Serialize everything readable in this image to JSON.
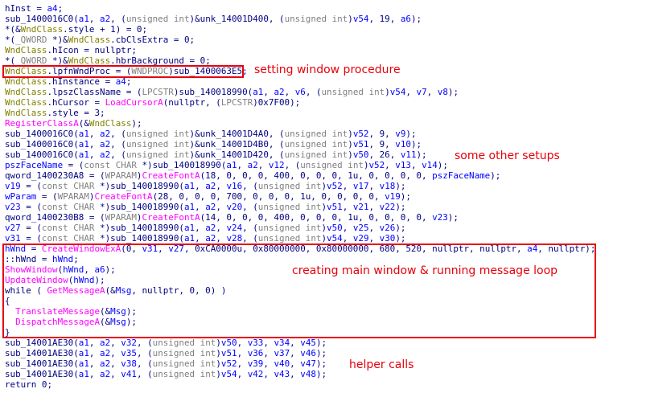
{
  "code_lines": [
    [
      [
        "p",
        "hInst = "
      ],
      [
        "v",
        "a4"
      ],
      [
        "p",
        ";"
      ]
    ],
    [
      [
        "p",
        "sub_1400016C0("
      ],
      [
        "v",
        "a1"
      ],
      [
        "p",
        ", "
      ],
      [
        "v",
        "a2"
      ],
      [
        "p",
        ", ("
      ],
      [
        "k",
        "unsigned int"
      ],
      [
        "p",
        ")&unk_14001D400, ("
      ],
      [
        "k",
        "unsigned int"
      ],
      [
        "p",
        ")"
      ],
      [
        "v",
        "v54"
      ],
      [
        "p",
        ", 19, "
      ],
      [
        "v",
        "a6"
      ],
      [
        "p",
        ");"
      ]
    ],
    [
      [
        "p",
        "*(&"
      ],
      [
        "m",
        "WndClass"
      ],
      [
        "p",
        ".style + 1) = 0;"
      ]
    ],
    [
      [
        "p",
        "*("
      ],
      [
        "t",
        "_QWORD"
      ],
      [
        "p",
        " *)&"
      ],
      [
        "m",
        "WndClass"
      ],
      [
        "p",
        ".cbClsExtra = 0;"
      ]
    ],
    [
      [
        "m",
        "WndClass"
      ],
      [
        "p",
        ".hIcon = nullptr;"
      ]
    ],
    [
      [
        "p",
        "*("
      ],
      [
        "t",
        "_QWORD"
      ],
      [
        "p",
        " *)&"
      ],
      [
        "m",
        "WndClass"
      ],
      [
        "p",
        ".hbrBackground = 0;"
      ]
    ],
    [
      [
        "m",
        "WndClass"
      ],
      [
        "p",
        ".lpfnWndProc = ("
      ],
      [
        "t",
        "WNDPROC"
      ],
      [
        "p",
        ")sub_1400063E5;"
      ]
    ],
    [
      [
        "m",
        "WndClass"
      ],
      [
        "p",
        ".hInstance = "
      ],
      [
        "v",
        "a4"
      ],
      [
        "p",
        ";"
      ]
    ],
    [
      [
        "m",
        "WndClass"
      ],
      [
        "p",
        ".lpszClassName = ("
      ],
      [
        "t",
        "LPCSTR"
      ],
      [
        "p",
        ")sub_140018990("
      ],
      [
        "v",
        "a1"
      ],
      [
        "p",
        ", "
      ],
      [
        "v",
        "a2"
      ],
      [
        "p",
        ", "
      ],
      [
        "v",
        "v6"
      ],
      [
        "p",
        ", ("
      ],
      [
        "k",
        "unsigned int"
      ],
      [
        "p",
        ")"
      ],
      [
        "v",
        "v54"
      ],
      [
        "p",
        ", "
      ],
      [
        "v",
        "v7"
      ],
      [
        "p",
        ", "
      ],
      [
        "v",
        "v8"
      ],
      [
        "p",
        ");"
      ]
    ],
    [
      [
        "m",
        "WndClass"
      ],
      [
        "p",
        ".hCursor = "
      ],
      [
        "f",
        "LoadCursorA"
      ],
      [
        "p",
        "(nullptr, ("
      ],
      [
        "t",
        "LPCSTR"
      ],
      [
        "p",
        ")0x7F00);"
      ]
    ],
    [
      [
        "m",
        "WndClass"
      ],
      [
        "p",
        ".style = 3;"
      ]
    ],
    [
      [
        "f",
        "RegisterClassA"
      ],
      [
        "p",
        "(&"
      ],
      [
        "m",
        "WndClass"
      ],
      [
        "p",
        ");"
      ]
    ],
    [
      [
        "p",
        "sub_1400016C0("
      ],
      [
        "v",
        "a1"
      ],
      [
        "p",
        ", "
      ],
      [
        "v",
        "a2"
      ],
      [
        "p",
        ", ("
      ],
      [
        "k",
        "unsigned int"
      ],
      [
        "p",
        ")&unk_14001D4A0, ("
      ],
      [
        "k",
        "unsigned int"
      ],
      [
        "p",
        ")"
      ],
      [
        "v",
        "v52"
      ],
      [
        "p",
        ", 9, "
      ],
      [
        "v",
        "v9"
      ],
      [
        "p",
        ");"
      ]
    ],
    [
      [
        "p",
        "sub_1400016C0("
      ],
      [
        "v",
        "a1"
      ],
      [
        "p",
        ", "
      ],
      [
        "v",
        "a2"
      ],
      [
        "p",
        ", ("
      ],
      [
        "k",
        "unsigned int"
      ],
      [
        "p",
        ")&unk_14001D4B0, ("
      ],
      [
        "k",
        "unsigned int"
      ],
      [
        "p",
        ")"
      ],
      [
        "v",
        "v51"
      ],
      [
        "p",
        ", 9, "
      ],
      [
        "v",
        "v10"
      ],
      [
        "p",
        ");"
      ]
    ],
    [
      [
        "p",
        "sub_1400016C0("
      ],
      [
        "v",
        "a1"
      ],
      [
        "p",
        ", "
      ],
      [
        "v",
        "a2"
      ],
      [
        "p",
        ", ("
      ],
      [
        "k",
        "unsigned int"
      ],
      [
        "p",
        ")&unk_14001D420, ("
      ],
      [
        "k",
        "unsigned int"
      ],
      [
        "p",
        ")"
      ],
      [
        "v",
        "v50"
      ],
      [
        "p",
        ", 26, "
      ],
      [
        "v",
        "v11"
      ],
      [
        "p",
        ");"
      ]
    ],
    [
      [
        "v",
        "pszFaceName"
      ],
      [
        "p",
        " = ("
      ],
      [
        "k",
        "const CHAR"
      ],
      [
        "p",
        " *)sub_140018990("
      ],
      [
        "v",
        "a1"
      ],
      [
        "p",
        ", "
      ],
      [
        "v",
        "a2"
      ],
      [
        "p",
        ", "
      ],
      [
        "v",
        "v12"
      ],
      [
        "p",
        ", ("
      ],
      [
        "k",
        "unsigned int"
      ],
      [
        "p",
        ")"
      ],
      [
        "v",
        "v52"
      ],
      [
        "p",
        ", "
      ],
      [
        "v",
        "v13"
      ],
      [
        "p",
        ", "
      ],
      [
        "v",
        "v14"
      ],
      [
        "p",
        ");"
      ]
    ],
    [
      [
        "p",
        "qword_1400230A8 = ("
      ],
      [
        "t",
        "WPARAM"
      ],
      [
        "p",
        ")"
      ],
      [
        "f",
        "CreateFontA"
      ],
      [
        "p",
        "(18, 0, 0, 0, 400, 0, 0, 0, 1u, 0, 0, 0, 0, "
      ],
      [
        "v",
        "pszFaceName"
      ],
      [
        "p",
        ");"
      ]
    ],
    [
      [
        "v",
        "v19"
      ],
      [
        "p",
        " = ("
      ],
      [
        "k",
        "const CHAR"
      ],
      [
        "p",
        " *)sub_140018990("
      ],
      [
        "v",
        "a1"
      ],
      [
        "p",
        ", "
      ],
      [
        "v",
        "a2"
      ],
      [
        "p",
        ", "
      ],
      [
        "v",
        "v16"
      ],
      [
        "p",
        ", ("
      ],
      [
        "k",
        "unsigned int"
      ],
      [
        "p",
        ")"
      ],
      [
        "v",
        "v52"
      ],
      [
        "p",
        ", "
      ],
      [
        "v",
        "v17"
      ],
      [
        "p",
        ", "
      ],
      [
        "v",
        "v18"
      ],
      [
        "p",
        ");"
      ]
    ],
    [
      [
        "v",
        "wParam"
      ],
      [
        "p",
        " = ("
      ],
      [
        "t",
        "WPARAM"
      ],
      [
        "p",
        ")"
      ],
      [
        "f",
        "CreateFontA"
      ],
      [
        "p",
        "(28, 0, 0, 0, 700, 0, 0, 0, 1u, 0, 0, 0, 0, "
      ],
      [
        "v",
        "v19"
      ],
      [
        "p",
        ");"
      ]
    ],
    [
      [
        "v",
        "v23"
      ],
      [
        "p",
        " = ("
      ],
      [
        "k",
        "const CHAR"
      ],
      [
        "p",
        " *)sub_140018990("
      ],
      [
        "v",
        "a1"
      ],
      [
        "p",
        ", "
      ],
      [
        "v",
        "a2"
      ],
      [
        "p",
        ", "
      ],
      [
        "v",
        "v20"
      ],
      [
        "p",
        ", ("
      ],
      [
        "k",
        "unsigned int"
      ],
      [
        "p",
        ")"
      ],
      [
        "v",
        "v51"
      ],
      [
        "p",
        ", "
      ],
      [
        "v",
        "v21"
      ],
      [
        "p",
        ", "
      ],
      [
        "v",
        "v22"
      ],
      [
        "p",
        ");"
      ]
    ],
    [
      [
        "p",
        "qword_1400230B8 = ("
      ],
      [
        "t",
        "WPARAM"
      ],
      [
        "p",
        ")"
      ],
      [
        "f",
        "CreateFontA"
      ],
      [
        "p",
        "(14, 0, 0, 0, 400, 0, 0, 0, 1u, 0, 0, 0, 0, "
      ],
      [
        "v",
        "v23"
      ],
      [
        "p",
        ");"
      ]
    ],
    [
      [
        "v",
        "v27"
      ],
      [
        "p",
        " = ("
      ],
      [
        "k",
        "const CHAR"
      ],
      [
        "p",
        " *)sub_140018990("
      ],
      [
        "v",
        "a1"
      ],
      [
        "p",
        ", "
      ],
      [
        "v",
        "a2"
      ],
      [
        "p",
        ", "
      ],
      [
        "v",
        "v24"
      ],
      [
        "p",
        ", ("
      ],
      [
        "k",
        "unsigned int"
      ],
      [
        "p",
        ")"
      ],
      [
        "v",
        "v50"
      ],
      [
        "p",
        ", "
      ],
      [
        "v",
        "v25"
      ],
      [
        "p",
        ", "
      ],
      [
        "v",
        "v26"
      ],
      [
        "p",
        ");"
      ]
    ],
    [
      [
        "v",
        "v31"
      ],
      [
        "p",
        " = ("
      ],
      [
        "k",
        "const CHAR"
      ],
      [
        "p",
        " *)sub_140018990("
      ],
      [
        "v",
        "a1"
      ],
      [
        "p",
        ", "
      ],
      [
        "v",
        "a2"
      ],
      [
        "p",
        ", "
      ],
      [
        "v",
        "v28"
      ],
      [
        "p",
        ", ("
      ],
      [
        "k",
        "unsigned int"
      ],
      [
        "p",
        ")"
      ],
      [
        "v",
        "v54"
      ],
      [
        "p",
        ", "
      ],
      [
        "v",
        "v29"
      ],
      [
        "p",
        ", "
      ],
      [
        "v",
        "v30"
      ],
      [
        "p",
        ");"
      ]
    ],
    [
      [
        "v",
        "hWnd"
      ],
      [
        "p",
        " = "
      ],
      [
        "f",
        "CreateWindowExA"
      ],
      [
        "p",
        "(0, "
      ],
      [
        "v",
        "v31"
      ],
      [
        "p",
        ", "
      ],
      [
        "v",
        "v27"
      ],
      [
        "p",
        ", 0xCA0000u, 0x80000000, 0x80000000, 680, 520, nullptr, nullptr, "
      ],
      [
        "v",
        "a4"
      ],
      [
        "p",
        ", nullptr);"
      ]
    ],
    [
      [
        "p",
        "::hWnd = "
      ],
      [
        "v",
        "hWnd"
      ],
      [
        "p",
        ";"
      ]
    ],
    [
      [
        "f",
        "ShowWindow"
      ],
      [
        "p",
        "("
      ],
      [
        "v",
        "hWnd"
      ],
      [
        "p",
        ", "
      ],
      [
        "v",
        "a6"
      ],
      [
        "p",
        ");"
      ]
    ],
    [
      [
        "f",
        "UpdateWindow"
      ],
      [
        "p",
        "("
      ],
      [
        "v",
        "hWnd"
      ],
      [
        "p",
        ");"
      ]
    ],
    [
      [
        "p",
        "while ( "
      ],
      [
        "f",
        "GetMessageA"
      ],
      [
        "p",
        "(&"
      ],
      [
        "v",
        "Msg"
      ],
      [
        "p",
        ", nullptr, 0, 0) )"
      ]
    ],
    [
      [
        "p",
        "{"
      ]
    ],
    [
      [
        "p",
        "  "
      ],
      [
        "f",
        "TranslateMessage"
      ],
      [
        "p",
        "(&"
      ],
      [
        "v",
        "Msg"
      ],
      [
        "p",
        ");"
      ]
    ],
    [
      [
        "p",
        "  "
      ],
      [
        "f",
        "DispatchMessageA"
      ],
      [
        "p",
        "(&"
      ],
      [
        "v",
        "Msg"
      ],
      [
        "p",
        ");"
      ]
    ],
    [
      [
        "p",
        "}"
      ]
    ],
    [
      [
        "p",
        "sub_14001AE30("
      ],
      [
        "v",
        "a1"
      ],
      [
        "p",
        ", "
      ],
      [
        "v",
        "a2"
      ],
      [
        "p",
        ", "
      ],
      [
        "v",
        "v32"
      ],
      [
        "p",
        ", ("
      ],
      [
        "k",
        "unsigned int"
      ],
      [
        "p",
        ")"
      ],
      [
        "v",
        "v50"
      ],
      [
        "p",
        ", "
      ],
      [
        "v",
        "v33"
      ],
      [
        "p",
        ", "
      ],
      [
        "v",
        "v34"
      ],
      [
        "p",
        ", "
      ],
      [
        "v",
        "v45"
      ],
      [
        "p",
        ");"
      ]
    ],
    [
      [
        "p",
        "sub_14001AE30("
      ],
      [
        "v",
        "a1"
      ],
      [
        "p",
        ", "
      ],
      [
        "v",
        "a2"
      ],
      [
        "p",
        ", "
      ],
      [
        "v",
        "v35"
      ],
      [
        "p",
        ", ("
      ],
      [
        "k",
        "unsigned int"
      ],
      [
        "p",
        ")"
      ],
      [
        "v",
        "v51"
      ],
      [
        "p",
        ", "
      ],
      [
        "v",
        "v36"
      ],
      [
        "p",
        ", "
      ],
      [
        "v",
        "v37"
      ],
      [
        "p",
        ", "
      ],
      [
        "v",
        "v46"
      ],
      [
        "p",
        ");"
      ]
    ],
    [
      [
        "p",
        "sub_14001AE30("
      ],
      [
        "v",
        "a1"
      ],
      [
        "p",
        ", "
      ],
      [
        "v",
        "a2"
      ],
      [
        "p",
        ", "
      ],
      [
        "v",
        "v38"
      ],
      [
        "p",
        ", ("
      ],
      [
        "k",
        "unsigned int"
      ],
      [
        "p",
        ")"
      ],
      [
        "v",
        "v52"
      ],
      [
        "p",
        ", "
      ],
      [
        "v",
        "v39"
      ],
      [
        "p",
        ", "
      ],
      [
        "v",
        "v40"
      ],
      [
        "p",
        ", "
      ],
      [
        "v",
        "v47"
      ],
      [
        "p",
        ");"
      ]
    ],
    [
      [
        "p",
        "sub_14001AE30("
      ],
      [
        "v",
        "a1"
      ],
      [
        "p",
        ", "
      ],
      [
        "v",
        "a2"
      ],
      [
        "p",
        ", "
      ],
      [
        "v",
        "v41"
      ],
      [
        "p",
        ", ("
      ],
      [
        "k",
        "unsigned int"
      ],
      [
        "p",
        ")"
      ],
      [
        "v",
        "v54"
      ],
      [
        "p",
        ", "
      ],
      [
        "v",
        "v42"
      ],
      [
        "p",
        ", "
      ],
      [
        "v",
        "v43"
      ],
      [
        "p",
        ", "
      ],
      [
        "v",
        "v48"
      ],
      [
        "p",
        ");"
      ]
    ],
    [
      [
        "p",
        "return 0;"
      ]
    ]
  ],
  "annotations": {
    "window_procedure": "setting window procedure",
    "other_setups": "some other setups",
    "main_window": "creating main window & running message loop",
    "helper_calls": "helper calls"
  },
  "colors": {
    "plain_text": "#000080",
    "variable": "#0000ff",
    "api_function": "#ff00ff",
    "keyword_type": "#808080",
    "global_struct": "#808000",
    "annotation_red": "#e8000b",
    "background": "#ffffff"
  }
}
